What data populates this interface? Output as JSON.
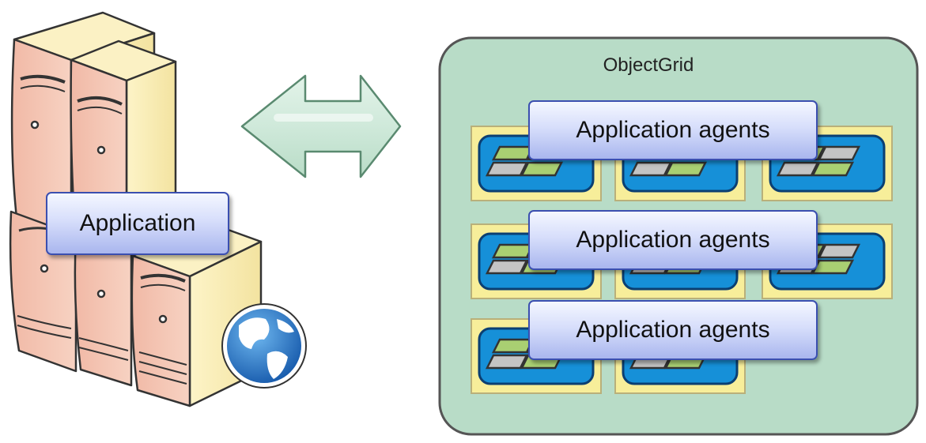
{
  "application": {
    "label": "Application"
  },
  "arrow": {
    "direction": "bidirectional",
    "color": "#c8e6d3"
  },
  "object_grid": {
    "title": "ObjectGrid",
    "background_color": "#b8dcc7",
    "agents": [
      {
        "label": "Application agents"
      },
      {
        "label": "Application agents"
      },
      {
        "label": "Application agents"
      }
    ],
    "cell_rows": [
      3,
      3,
      2
    ]
  },
  "icons": [
    "server-stack-icon",
    "globe-icon",
    "bidirectional-arrow-icon",
    "grid-cell-icon"
  ]
}
